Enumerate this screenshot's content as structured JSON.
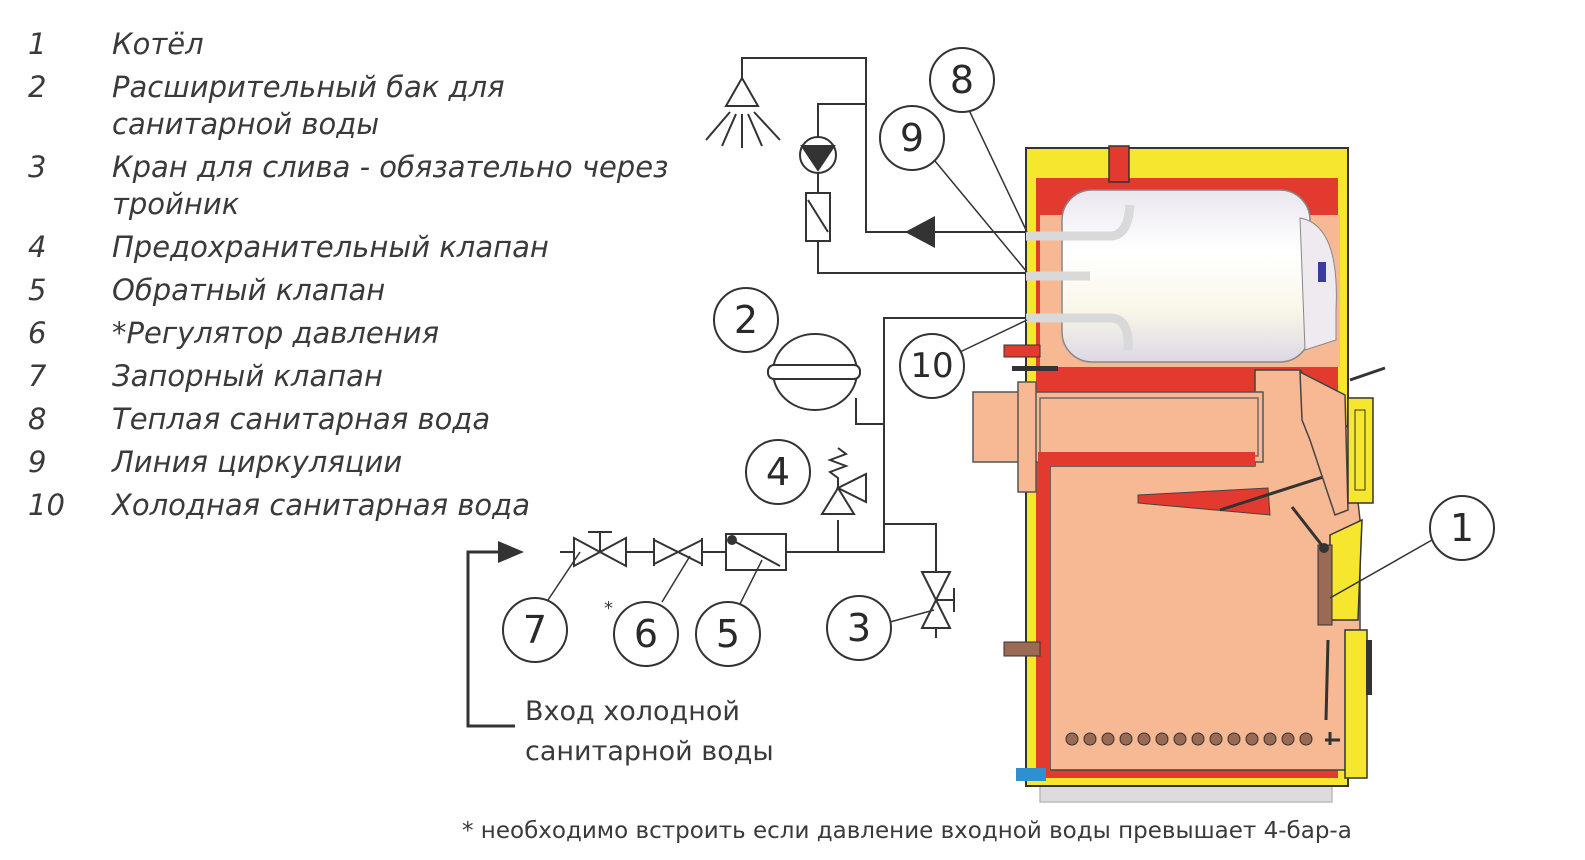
{
  "legend": [
    {
      "num": "1",
      "label": "Котёл"
    },
    {
      "num": "2",
      "label": "Расширительный бак для санитарной воды"
    },
    {
      "num": "3",
      "label": "Кран для слива - обязательно через тройник"
    },
    {
      "num": "4",
      "label": "Предохранительный клапан"
    },
    {
      "num": "5",
      "label": "Обратный клапан"
    },
    {
      "num": "6",
      "label": "*Регулятор давления"
    },
    {
      "num": "7",
      "label": "Запорный клапан"
    },
    {
      "num": "8",
      "label": "Теплая санитарная вода"
    },
    {
      "num": "9",
      "label": "Линия циркуляции"
    },
    {
      "num": "10",
      "label": "Холодная санитарная вода"
    }
  ],
  "callouts": {
    "c1": "1",
    "c2": "2",
    "c3": "3",
    "c4": "4",
    "c5": "5",
    "c6": "6",
    "c7": "7",
    "c8": "8",
    "c9": "9",
    "c10": "10"
  },
  "inlet": {
    "line1": "Вход холодной",
    "line2": "санитарной воды"
  },
  "footnote": "* необходимо встроить если давление входной воды превышает 4-бар-а",
  "asterisk_mark": "*",
  "colors": {
    "insulation": "#f6e62e",
    "water_jacket": "#e23a2f",
    "firebox": "#f7b894",
    "tank": "#f1eef4",
    "outline": "#333333",
    "steel_blue": "#2f8fd0"
  }
}
